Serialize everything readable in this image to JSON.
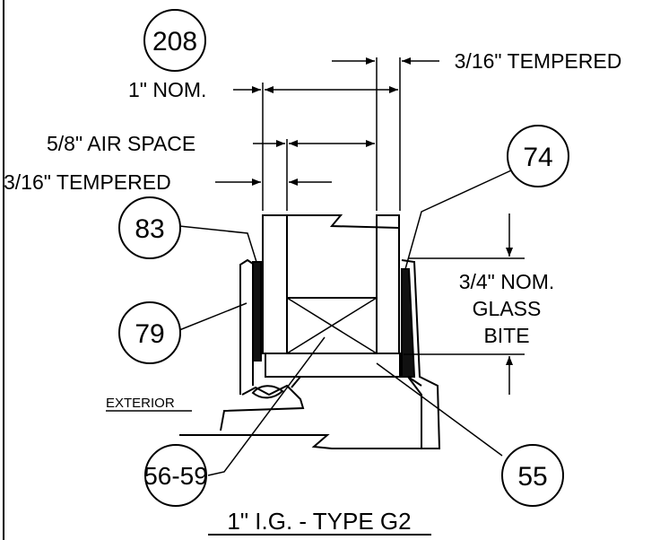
{
  "drawing": {
    "title": "1\" I.G. - TYPE G2",
    "exterior_label": "EXTERIOR",
    "dimensions": {
      "nominal": "1\" NOM.",
      "air_space": "5/8\" AIR SPACE",
      "tempered_outer": "3/16\" TEMPERED",
      "tempered_inner": "3/16\" TEMPERED",
      "bite_line1": "3/4\" NOM.",
      "bite_line2": "GLASS",
      "bite_line3": "BITE"
    },
    "callouts": {
      "c208": "208",
      "c74": "74",
      "c83": "83",
      "c79": "79",
      "c56_59": "56-59",
      "c55": "55"
    }
  }
}
